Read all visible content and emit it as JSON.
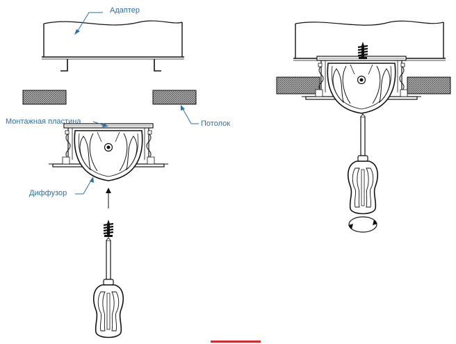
{
  "labels": {
    "adapter": "Адаптер",
    "mounting_plate": "Монтажная пластина",
    "ceiling": "Потолок",
    "diffuser": "Диффузор"
  },
  "colors": {
    "label_text": "#2e6fa8",
    "leader": "#2e6fa8",
    "line": "#111111",
    "hatch": "#555555",
    "accent_bar": "#e0262f"
  },
  "icons": [
    "screw-icon",
    "screwdriver-icon",
    "rotation-arrow-icon"
  ]
}
